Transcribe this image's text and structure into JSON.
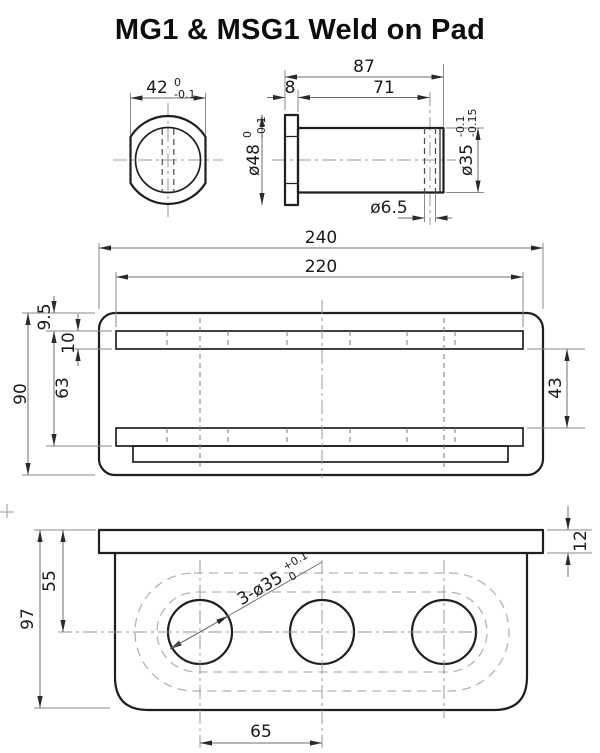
{
  "title": "MG1 & MSG1 Weld on Pad",
  "end_view": {
    "across_flats": "42",
    "across_flats_tol_sup": "0",
    "across_flats_tol_sub": "-0.1"
  },
  "side_view": {
    "overall_length": "87",
    "flange_width": "8",
    "shank_length": "71",
    "flange_dia": "ø48",
    "flange_dia_tol_sup": "0",
    "flange_dia_tol_sub": "-0.1",
    "shank_dia": "ø35",
    "shank_dia_tol_top": "-0.1",
    "shank_dia_tol_bot": "-0.15",
    "cross_hole_dia": "ø6.5"
  },
  "plan_view": {
    "overall_width": "240",
    "bar_width": "220",
    "edge_offset": "9.5",
    "bar_height": "10",
    "bar_span": "63",
    "overall_height": "90",
    "gap": "43"
  },
  "front_view": {
    "overall_height": "97",
    "hole_center_depth": "55",
    "plate_thickness": "12",
    "hole_pitch": "65",
    "holes_label": "3-ø35",
    "holes_tol_sup": "+0.1",
    "holes_tol_sub": "0"
  }
}
